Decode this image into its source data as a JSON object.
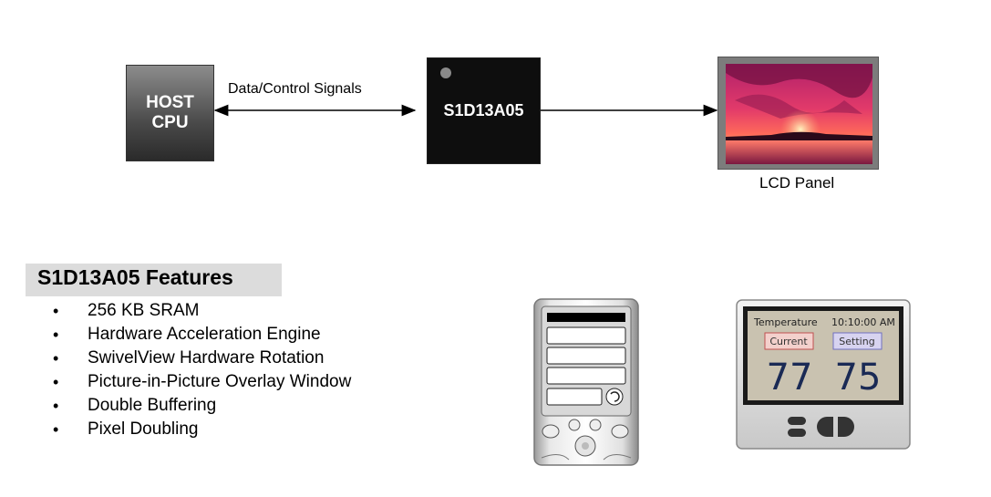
{
  "diagram": {
    "host_cpu_label": "HOST\nCPU",
    "signal_label": "Data/Control Signals",
    "chip_label": "S1D13A05",
    "lcd_label": "LCD Panel"
  },
  "features": {
    "title": "S1D13A05 Features",
    "items": [
      "256 KB SRAM",
      "Hardware Acceleration Engine",
      "SwivelView Hardware Rotation",
      "Picture-in-Picture Overlay Window",
      "Double Buffering",
      "Pixel Doubling"
    ]
  },
  "thermostat": {
    "temperature_label": "Temperature",
    "time": "10:10:00 AM",
    "current_label": "Current",
    "setting_label": "Setting",
    "current_value": "77",
    "setting_value": "75"
  }
}
